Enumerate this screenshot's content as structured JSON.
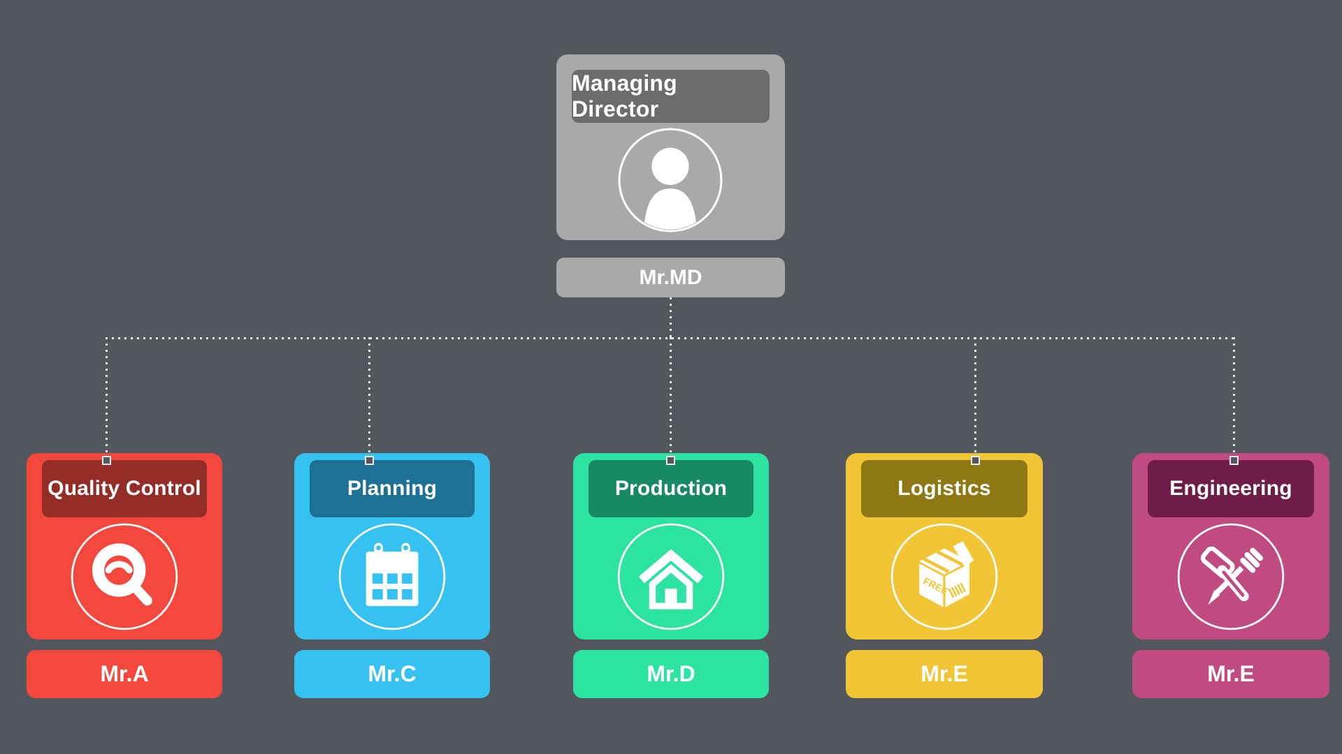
{
  "page": {
    "background": "#53565c",
    "connector_color": "#ececec",
    "text_color": "#ffffff"
  },
  "root": {
    "title": "Managing Director",
    "name": "Mr.MD",
    "body_color": "#a7aaa9",
    "header_color": "#6a6d6c",
    "icon": "person-icon"
  },
  "departments": [
    {
      "title": "Quality Control",
      "name": "Mr.A",
      "body_color": "#f4483e",
      "header_color": "#942d27",
      "icon": "magnifier-icon"
    },
    {
      "title": "Planning",
      "name": "Mr.C",
      "body_color": "#35c2f1",
      "header_color": "#1f7095",
      "icon": "calendar-icon"
    },
    {
      "title": "Production",
      "name": "Mr.D",
      "body_color": "#2ce3a1",
      "header_color": "#178a63",
      "icon": "house-icon"
    },
    {
      "title": "Logistics",
      "name": "Mr.E",
      "body_color": "#f1c533",
      "header_color": "#8d7813",
      "icon": "package-icon"
    },
    {
      "title": "Engineering",
      "name": "Mr.E",
      "body_color": "#c04a82",
      "header_color": "#6e1d49",
      "icon": "tools-icon"
    }
  ]
}
